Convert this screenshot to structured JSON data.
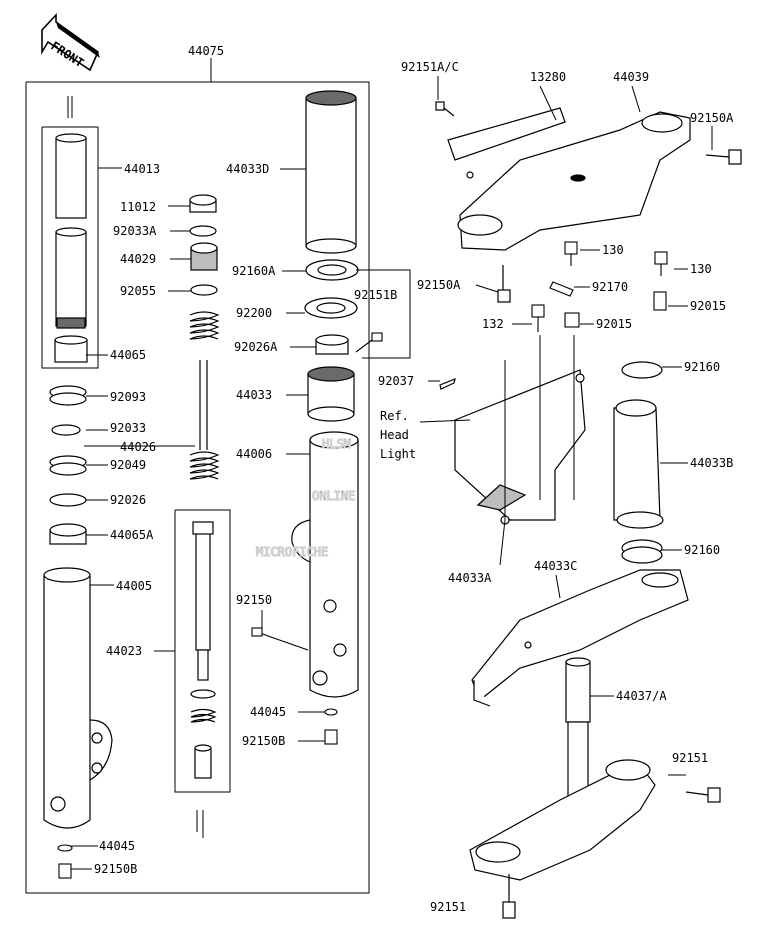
{
  "front_label": "FRONT",
  "labels": {
    "l44075": "44075",
    "l44013": "44013",
    "l11012": "11012",
    "l92033A": "92033A",
    "l44029": "44029",
    "l92055": "92055",
    "l44065": "44065",
    "l92093": "92093",
    "l92033": "92033",
    "l44026": "44026",
    "l92049": "92049",
    "l92026": "92026",
    "l44065A": "44065A",
    "l44005": "44005",
    "l44023": "44023",
    "l44045a": "44045",
    "l92150B_a": "92150B",
    "l44033D": "44033D",
    "l92160A": "92160A",
    "l92151B": "92151B",
    "l92200": "92200",
    "l92026A": "92026A",
    "l44033": "44033",
    "l44006": "44006",
    "l92150": "92150",
    "l44045b": "44045",
    "l92150B_b": "92150B",
    "l92151AC": "92151A/C",
    "l13280": "13280",
    "l44039": "44039",
    "l92150A_a": "92150A",
    "l92150A_b": "92150A",
    "l130a": "130",
    "l130b": "130",
    "l92170": "92170",
    "l92015a": "92015",
    "l132": "132",
    "l92015b": "92015",
    "l92037": "92037",
    "l92160a": "92160",
    "ref1": "Ref.",
    "ref2": "Head",
    "ref3": "Light",
    "l44033B": "44033B",
    "l92160b": "92160",
    "l44033A": "44033A",
    "l44033C": "44033C",
    "l44037A": "44037/A",
    "l92151a": "92151",
    "l92151b": "92151"
  },
  "watermark": {
    "line1": "HLSM",
    "line2": "ONLINE",
    "line3": "MICROFICHE"
  },
  "colors": {
    "ink": "#000000",
    "part_fill": "#ffffff",
    "shade": "#bdbdbd",
    "dark_shade": "#6a6a6a",
    "watermark": "#d0d0d0"
  }
}
